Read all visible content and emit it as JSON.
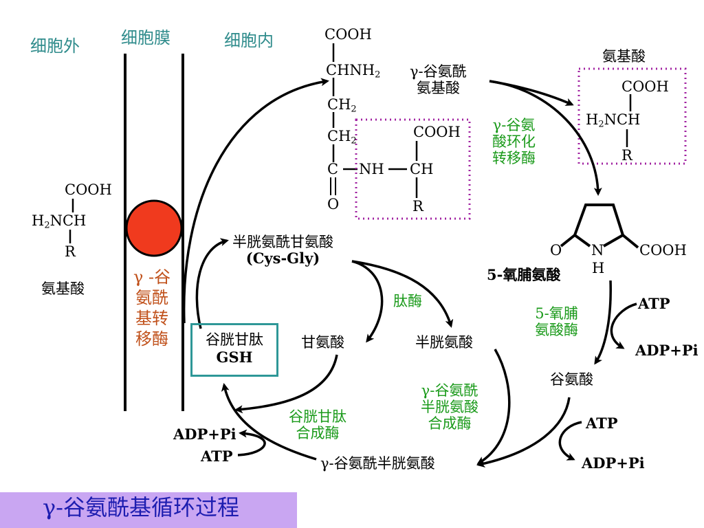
{
  "zones": {
    "outside": "细胞外",
    "membrane": "细胞膜",
    "inside": "细胞内"
  },
  "left_amino": {
    "cooh": "COOH",
    "h2n": "H",
    "h2n_sub": "2",
    "nch": "NCH",
    "r": "R",
    "label": "氨基酸"
  },
  "transporter_enzyme": {
    "line1": "γ -谷",
    "line2": "氨酰",
    "line3": "基转",
    "line4": "移酶"
  },
  "top_compound": {
    "cooh": "COOH",
    "chnh2": "CHNH",
    "chnh2_sub": "2",
    "ch2_a": "CH",
    "ch2_a_sub": "2",
    "ch2_b": "CH",
    "ch2_b_sub": "2",
    "c": "C",
    "nh": "NH",
    "o": "O",
    "right_cooh": "COOH",
    "right_ch": "CH",
    "right_r": "R"
  },
  "gamma_glutamyl_aa": {
    "line1": "γ-谷氨酰",
    "line2": "氨基酸"
  },
  "right_amino": {
    "label": "氨基酸",
    "cooh": "COOH",
    "h2n": "H",
    "h2n_sub": "2",
    "nch": "NCH",
    "r": "R"
  },
  "cyclotransferase": {
    "line1": "γ-谷氨",
    "line2": "酸环化",
    "line3": "转移酶"
  },
  "oxoproline": {
    "o": "O",
    "n": "N",
    "h": "H",
    "cooh": "COOH",
    "label": "5-氧脯氨酸"
  },
  "oxoprolinase": {
    "line1": "5-氧脯",
    "line2": "氨酸酶"
  },
  "atp": "ATP",
  "adp_pi": "ADP+Pi",
  "glutamate": "谷氨酸",
  "cys_gly": {
    "line1": "半胱氨酰甘氨酸",
    "line2": "(Cys-Gly)"
  },
  "peptidase": "肽酶",
  "glycine": "甘氨酸",
  "cysteine": "半胱氨酸",
  "gsh": {
    "line1": "谷胱甘肽",
    "line2": "GSH"
  },
  "gsh_synthase": {
    "line1": "谷胱甘肽",
    "line2": "合成酶"
  },
  "gcs": {
    "line1": "γ-谷氨酰",
    "line2": "半胱氨酸",
    "line3": "合成酶"
  },
  "gamma_glu_cys": "γ-谷氨酰半胱氨酸",
  "title": "γ-谷氨酰基循环过程",
  "colors": {
    "membrane_dot": "#f03a1e",
    "dotted_box": "#a020a0",
    "gsh_border": "#2e9797",
    "title_bg": "#c9a6f2"
  }
}
